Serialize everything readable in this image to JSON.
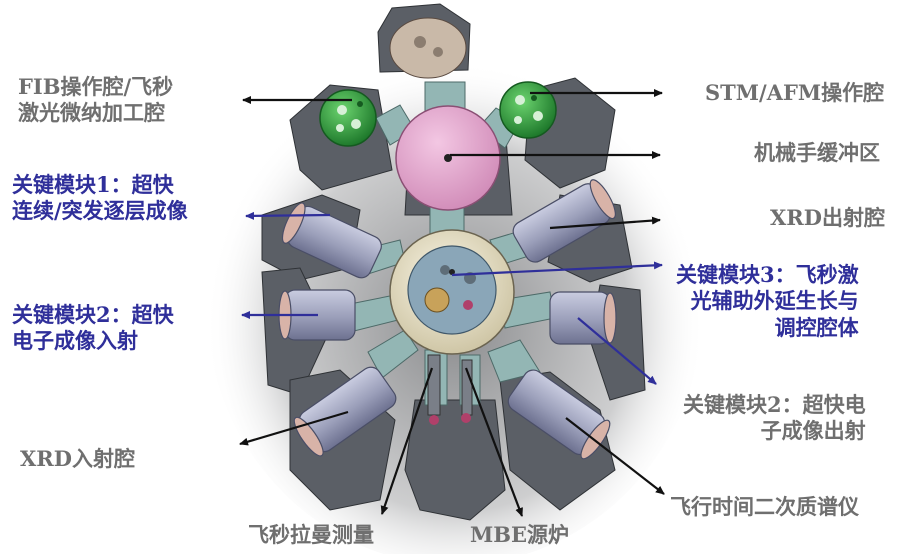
{
  "labels": {
    "fib_line1": "FIB操作腔/飞秒",
    "fib_line2": "激光微纳加工腔",
    "stm": "STM/AFM操作腔",
    "buffer": "机械手缓冲区",
    "m1_line1": "关键模块1：超快",
    "m1_line2": "连续/突发逐层成像",
    "xrd_out": "XRD出射腔",
    "m3_line1": "关键模块3：飞秒激",
    "m3_line2": "光辅助外延生长与",
    "m3_line3": "调控腔体",
    "m2in_line1": "关键模块2：超快",
    "m2in_line2": "电子成像入射",
    "m2out_line1": "关键模块2：超快电",
    "m2out_line2": "子成像出射",
    "xrd_in": "XRD入射腔",
    "tof": "飞行时间二次质谱仪",
    "raman": "飞秒拉曼测量",
    "mbe": "MBE源炉"
  },
  "colors": {
    "gray_text": "#6f6f6f",
    "blue_text": "#2f2f9a",
    "chamber_green": "#3aa64a",
    "buffer_pink": "#e6a9cf",
    "chamber_steel": "#a7abc6",
    "center_cream": "#efe9cf",
    "support_gray": "#5b5f66",
    "pipe_teal": "#93b6b4"
  }
}
